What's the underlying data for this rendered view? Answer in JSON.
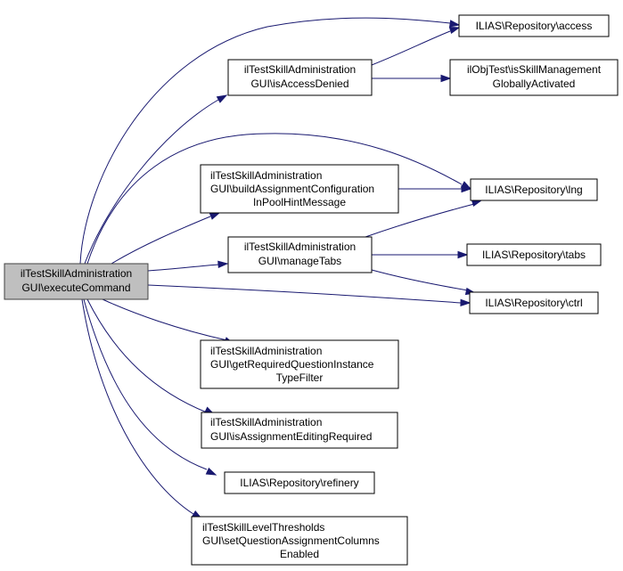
{
  "diagram": {
    "type": "call-graph",
    "nodes": {
      "executeCommand": {
        "lines": [
          "ilTestSkillAdministration",
          "GUI\\executeCommand"
        ],
        "root": true
      },
      "access": {
        "lines": [
          "ILIAS\\Repository\\access"
        ]
      },
      "isAccessDenied": {
        "lines": [
          "ilTestSkillAdministration",
          "GUI\\isAccessDenied"
        ]
      },
      "isSkillMgmt": {
        "lines": [
          "ilObjTest\\isSkillManagement",
          "GloballyActivated"
        ]
      },
      "buildHint": {
        "lines": [
          "ilTestSkillAdministration",
          "GUI\\buildAssignmentConfiguration",
          "InPoolHintMessage"
        ]
      },
      "lng": {
        "lines": [
          "ILIAS\\Repository\\lng"
        ]
      },
      "manageTabs": {
        "lines": [
          "ilTestSkillAdministration",
          "GUI\\manageTabs"
        ]
      },
      "tabs": {
        "lines": [
          "ILIAS\\Repository\\tabs"
        ]
      },
      "ctrl": {
        "lines": [
          "ILIAS\\Repository\\ctrl"
        ]
      },
      "getReqFilter": {
        "lines": [
          "ilTestSkillAdministration",
          "GUI\\getRequiredQuestionInstance",
          "TypeFilter"
        ]
      },
      "isAssignEdit": {
        "lines": [
          "ilTestSkillAdministration",
          "GUI\\isAssignmentEditingRequired"
        ]
      },
      "refinery": {
        "lines": [
          "ILIAS\\Repository\\refinery"
        ]
      },
      "setColumns": {
        "lines": [
          "ilTestSkillLevelThresholds",
          "GUI\\setQuestionAssignmentColumns",
          "Enabled"
        ]
      }
    },
    "edges": [
      {
        "from": "executeCommand",
        "to": "access"
      },
      {
        "from": "executeCommand",
        "to": "isAccessDenied"
      },
      {
        "from": "executeCommand",
        "to": "lng"
      },
      {
        "from": "executeCommand",
        "to": "buildHint"
      },
      {
        "from": "executeCommand",
        "to": "manageTabs"
      },
      {
        "from": "executeCommand",
        "to": "ctrl"
      },
      {
        "from": "executeCommand",
        "to": "getReqFilter"
      },
      {
        "from": "executeCommand",
        "to": "isAssignEdit"
      },
      {
        "from": "executeCommand",
        "to": "refinery"
      },
      {
        "from": "executeCommand",
        "to": "setColumns"
      },
      {
        "from": "isAccessDenied",
        "to": "access"
      },
      {
        "from": "isAccessDenied",
        "to": "isSkillMgmt"
      },
      {
        "from": "buildHint",
        "to": "lng"
      },
      {
        "from": "manageTabs",
        "to": "lng"
      },
      {
        "from": "manageTabs",
        "to": "tabs"
      },
      {
        "from": "manageTabs",
        "to": "ctrl"
      }
    ],
    "colors": {
      "edge": "#191970",
      "root_fill": "#bfbfbf",
      "node_fill": "#ffffff",
      "node_border": "#000000"
    }
  }
}
